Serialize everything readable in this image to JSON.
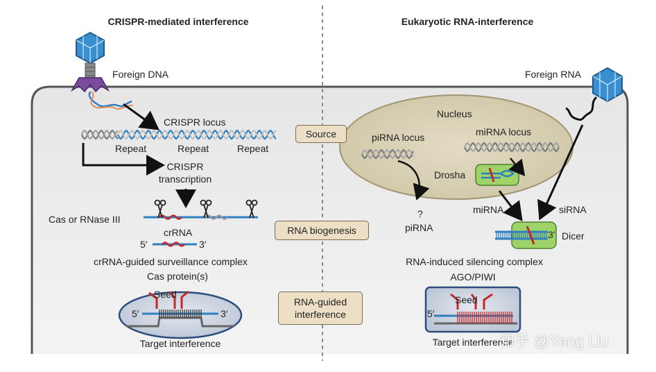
{
  "headers": {
    "left": "CRISPR-mediated interference",
    "right": "Eukaryotic RNA-interference"
  },
  "labels": {
    "foreign_dna": "Foreign DNA",
    "foreign_rna": "Foreign RNA",
    "crispr_locus": "CRISPR locus",
    "repeat_1": "Repeat",
    "repeat_2": "Repeat",
    "repeat_3": "Repeat",
    "crispr_transcription_1": "CRISPR",
    "crispr_transcription_2": "transcription",
    "cas_rnase": "Cas or RNase III",
    "crrna": "crRNA",
    "five_prime_crrna": "5′",
    "three_prime_crrna": "3′",
    "surveillance_complex": "crRNA-guided surveillance complex",
    "cas_proteins": "Cas protein(s)",
    "seed_left": "Seed",
    "five_prime_left": "5′",
    "three_prime_left": "3′",
    "target_left": "Target interference",
    "nucleus": "Nucleus",
    "pirna_locus": "piRNA locus",
    "mirna_locus": "miRNA locus",
    "drosha": "Drosha",
    "question": "?",
    "pirna": "piRNA",
    "mirna": "miRNA",
    "sirna": "siRNA",
    "three_prime_dicer": "3′",
    "dicer": "Dicer",
    "risc": "RNA-induced silencing complex",
    "ago_piwi": "AGO/PIWI",
    "seed_right": "Seed",
    "five_prime_right": "5′",
    "target_right": "Target interference"
  },
  "center_boxes": {
    "source": "Source",
    "biogenesis": "RNA biogenesis",
    "interference_1": "RNA-guided",
    "interference_2": "interference"
  },
  "watermark": "知乎 @Yang Liu",
  "colors": {
    "cell_fill": "#efefef",
    "nucleus_fill": "#d9d1b6",
    "box_fill": "#ecdfc6",
    "dna_blue": "#2f7fc1",
    "rna_red": "#c62828",
    "phage_blue": "#3a8fd0",
    "phage_purple": "#7b4b9e",
    "enzyme_green": "#9ed36a"
  }
}
